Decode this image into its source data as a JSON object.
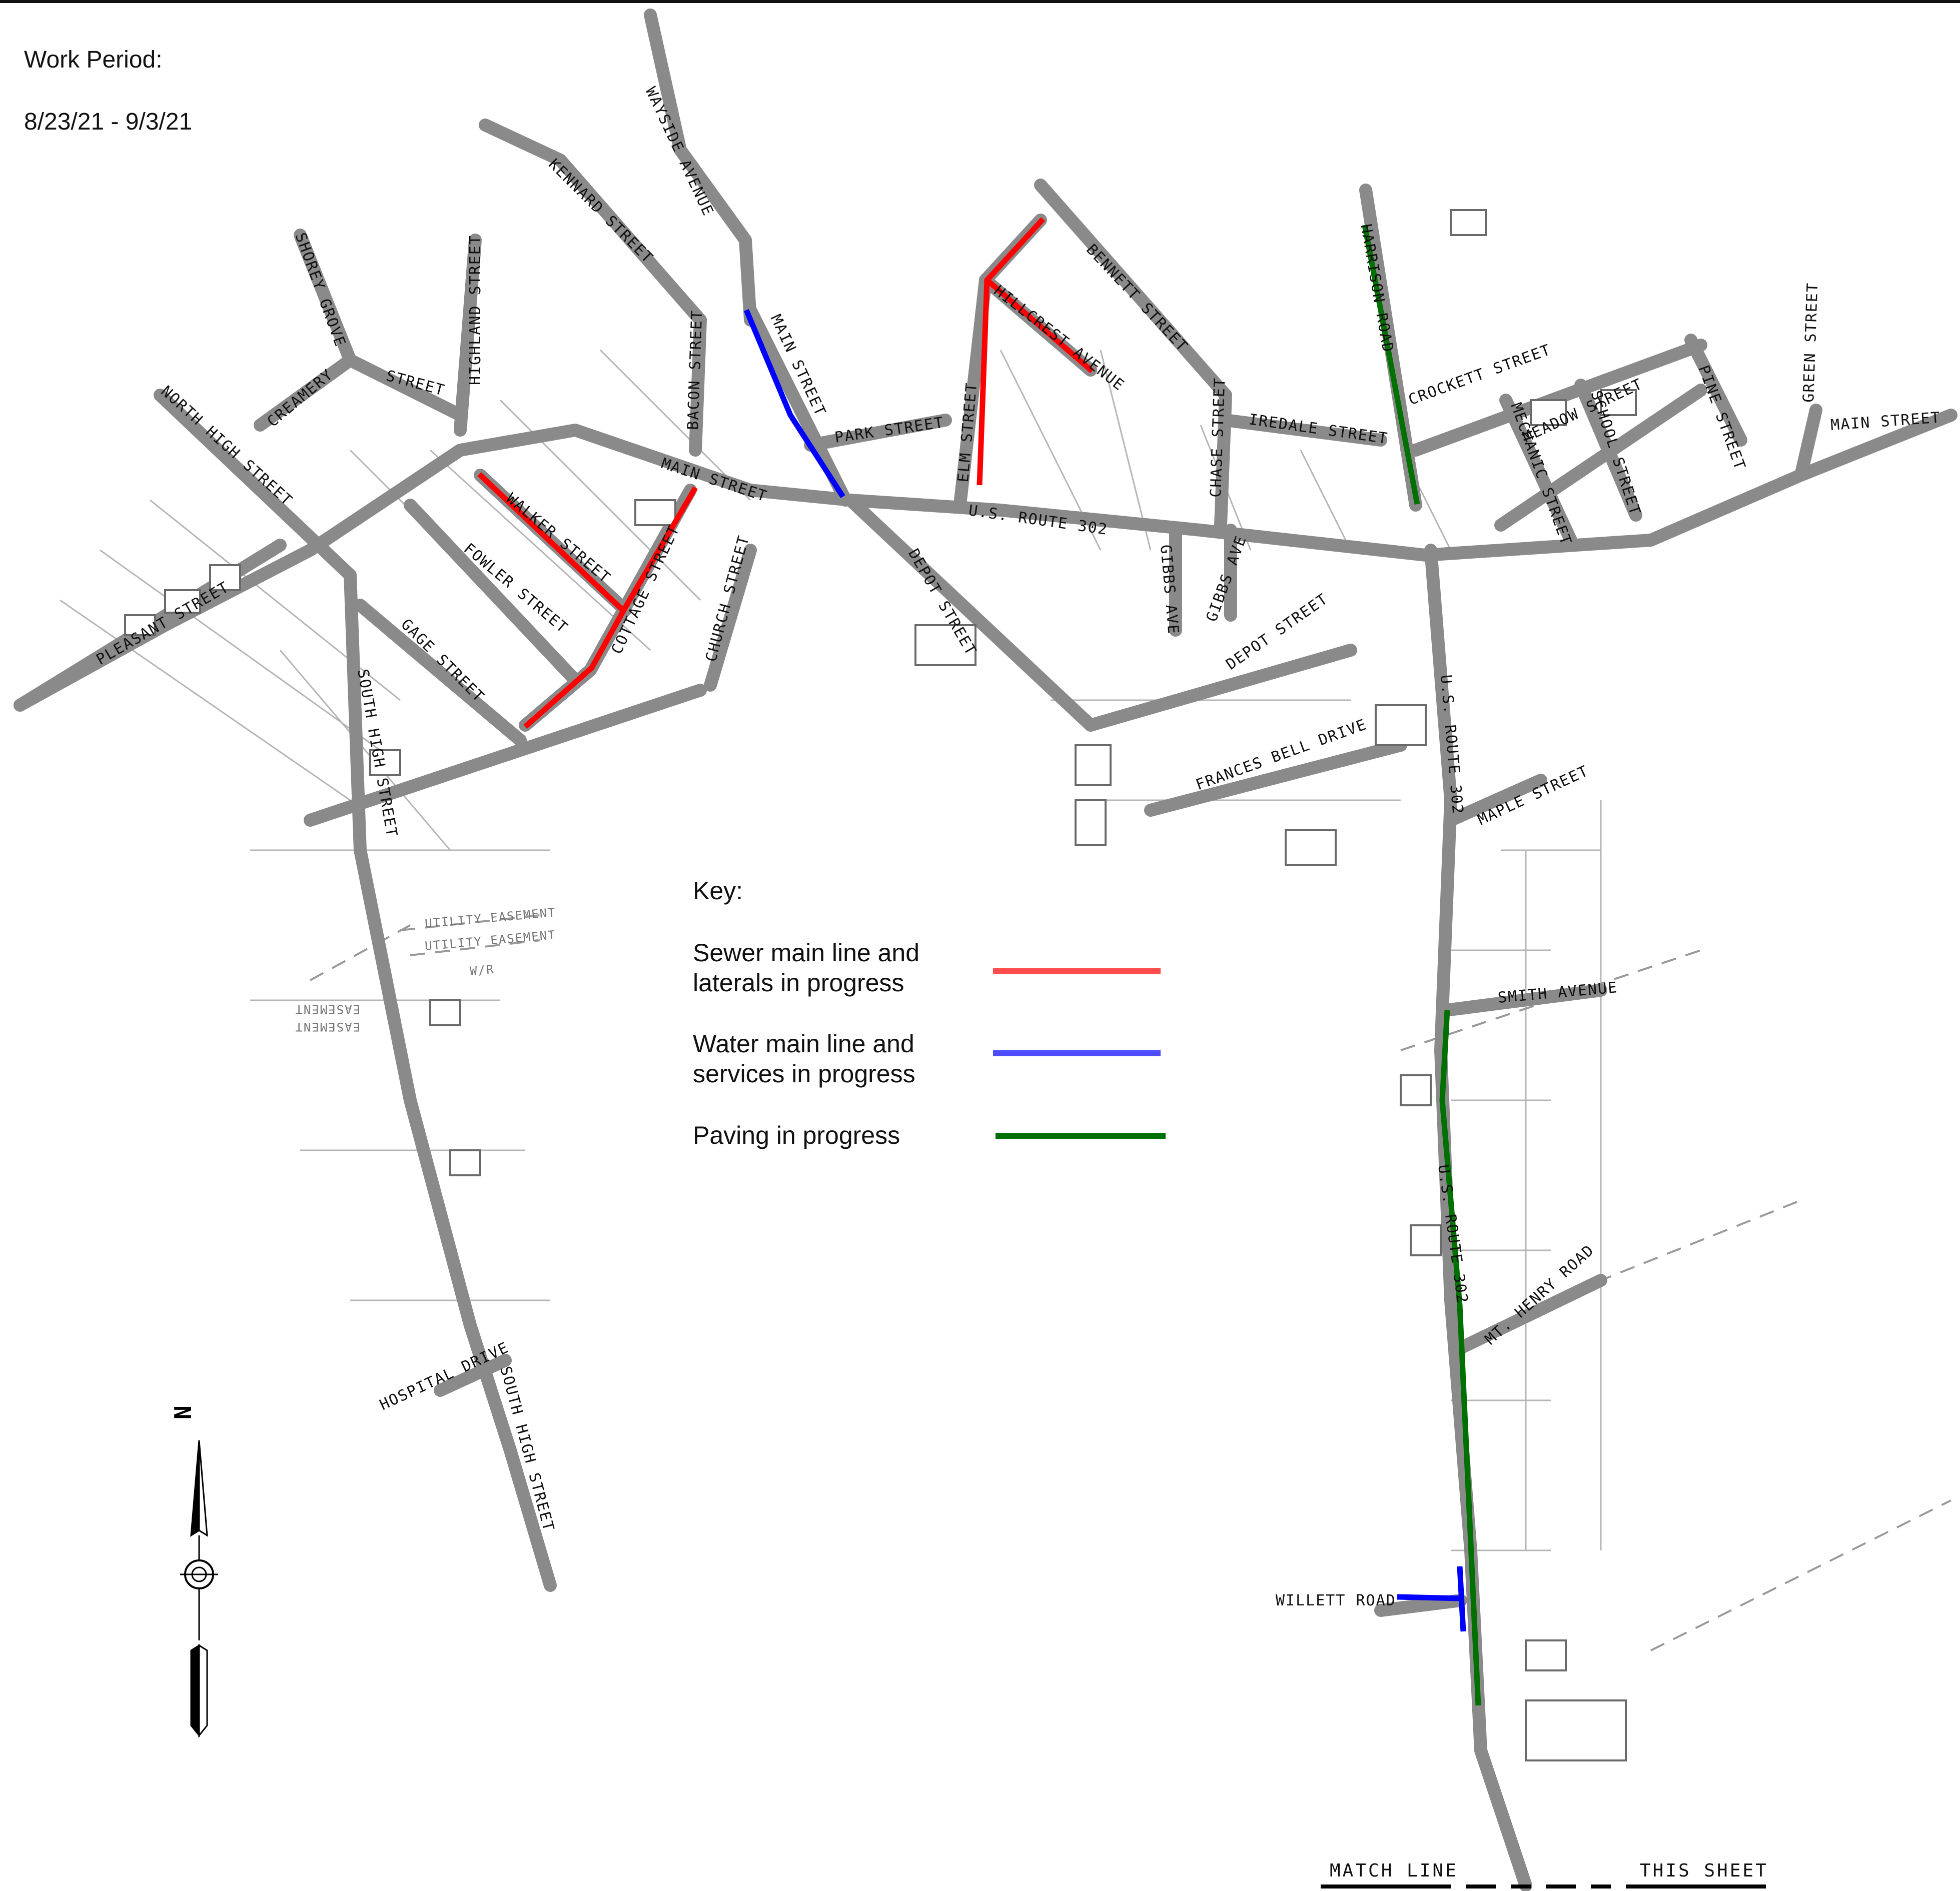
{
  "header": {
    "title": "Work Period:",
    "dates": "8/23/21 - 9/3/21"
  },
  "key": {
    "title": "Key:",
    "items": [
      {
        "label": "Sewer main line and\nlaterals in progress",
        "color": "#ff0000"
      },
      {
        "label": "Water main line and\nservices in progress",
        "color": "#0000ff"
      },
      {
        "label": "Paving in progress",
        "color": "#007000"
      }
    ]
  },
  "streets": {
    "wayside_avenue": "WAYSIDE AVENUE",
    "kennard_street": "KENNARD STREET",
    "shorey_grove": "SHOREY GROVE",
    "highland_street": "HIGHLAND STREET",
    "bennett_street": "BENNETT STREET",
    "creamery": "CREAMERY",
    "street": "STREET",
    "bacon_street": "BACON STREET",
    "main_st_north": "MAIN STREET",
    "hillcrest_avenue": "HILLCREST AVENUE",
    "north_high_street": "NORTH HIGH STREET",
    "park_street": "PARK STREET",
    "elm_street": "ELM STREET",
    "chase_street": "CHASE STREET",
    "iredale_street": "IREDALE STREET",
    "harrison_road": "HARRISON ROAD",
    "crockett_street": "CROCKETT STREET",
    "meadow_street": "MEADOW STREET",
    "school_street": "SCHOOL STREET",
    "mechanic_street": "MECHANIC STREET",
    "pine_street": "PINE STREET",
    "green_street": "GREEN STREET",
    "main_street_east": "MAIN STREET",
    "main_street_center": "MAIN STREET",
    "walker_street": "WALKER STREET",
    "cottage_street": "COTTAGE STREET",
    "us_route_302_center": "U.S. ROUTE 302",
    "fowler_street": "FOWLER STREET",
    "church_street": "CHURCH STREET",
    "depot_street_a": "DEPOT STREET",
    "gibbs_ave_1": "GIBBS AVE",
    "gibbs_ave_2": "GIBBS AVE",
    "depot_street_b": "DEPOT STREET",
    "pleasant_street": "PLEASANT STREET",
    "gage_street": "GAGE STREET",
    "south_high_street": "SOUTH HIGH STREET",
    "us_route_302_south": "U.S. ROUTE 302",
    "frances_bell_drive": "FRANCES BELL DRIVE",
    "maple_street": "MAPLE STREET",
    "smith_avenue": "SMITH AVENUE",
    "us_route_302_lower": "U.S. ROUTE 302",
    "mt_henry_road": "MT. HENRY ROAD",
    "hospital_drive": "HOSPITAL DRIVE",
    "south_high_street_lower": "SOUTH HIGH STREET",
    "willett_road": "WILLETT ROAD"
  },
  "easements": {
    "utility_easement_1": "UTILITY EASEMENT",
    "utility_easement_2": "UTILITY EASEMENT",
    "wr": "W/R",
    "easement_1": "EASEMENT",
    "easement_2": "EASEMENT"
  },
  "match_line": {
    "left": "MATCH LINE",
    "right": "THIS SHEET"
  },
  "north_arrow": {
    "letter": "N"
  }
}
